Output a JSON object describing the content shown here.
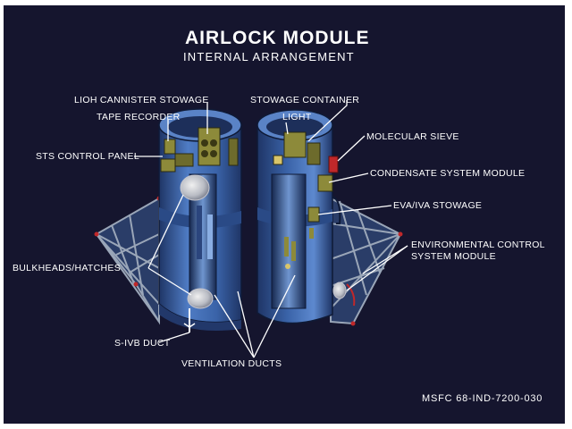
{
  "title": "AIRLOCK MODULE",
  "subtitle": "INTERNAL ARRANGEMENT",
  "labels": {
    "lioh_cannister_stowage": "LIOH CANNISTER STOWAGE",
    "tape_recorder": "TAPE RECORDER",
    "sts_control_panel": "STS CONTROL PANEL",
    "bulkheads_hatches": "BULKHEADS/HATCHES",
    "s_ivb_duct": "S-IVB DUCT",
    "ventilation_ducts": "VENTILATION DUCTS",
    "stowage_container": "STOWAGE CONTAINER",
    "light": "LIGHT",
    "molecular_sieve": "MOLECULAR SIEVE",
    "condensate_system_module": "CONDENSATE SYSTEM MODULE",
    "eva_iva_stowage": "EVA/IVA STOWAGE",
    "environmental_control_line1": "ENVIRONMENTAL CONTROL",
    "environmental_control_line2": "SYSTEM MODULE"
  },
  "document_code": "MSFC 68-IND-7200-030",
  "colors": {
    "background": "#15152e",
    "page_margin": "#ffffff",
    "module_blue": "#3a63a8",
    "module_light": "#7fa3d8",
    "module_dark": "#1f3566",
    "equipment_olive": "#8d8a3a",
    "sieve_red": "#c0282a",
    "truss_gray": "#9aa6b8",
    "text": "#ffffff"
  }
}
